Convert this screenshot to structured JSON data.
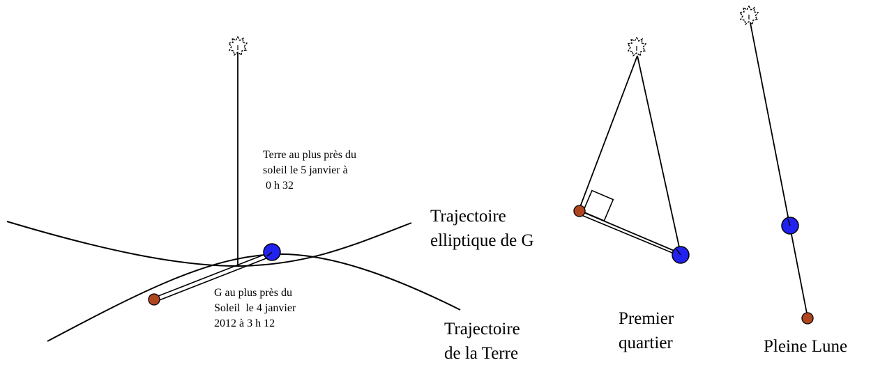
{
  "labels": {
    "terre_perihelie": [
      "Terre au plus près du",
      "soleil  le 5 janvier à",
      " 0 h 32"
    ],
    "g_perihelie": [
      "G au plus près du",
      "Soleil  le 4 janvier",
      "2012 à 3 h 12"
    ],
    "traj_g": [
      "Trajectoire",
      "elliptique de G"
    ],
    "traj_terre": [
      "Trajectoire",
      "de la Terre"
    ],
    "premier_quartier": [
      "Premier",
      "quartier"
    ],
    "pleine_lune": "Pleine Lune"
  },
  "colors": {
    "earth": "#2222ee",
    "moon": "#b0461e",
    "line": "#000000",
    "sun": "#ffffff"
  },
  "icons": {
    "sun": "sun-icon",
    "earth": "earth-icon",
    "moon": "moon-icon"
  }
}
